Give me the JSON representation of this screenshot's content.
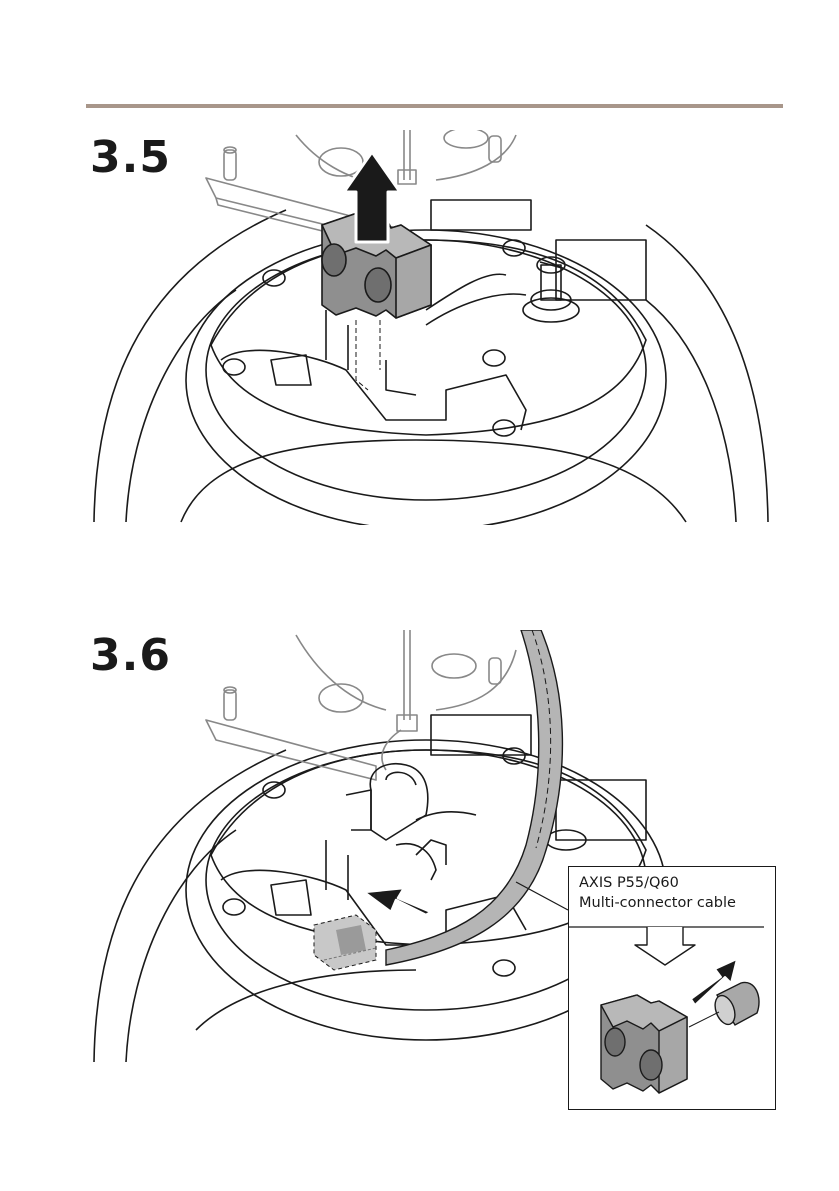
{
  "steps": [
    {
      "label": "3.5"
    },
    {
      "label": "3.6"
    }
  ],
  "callout": {
    "line1": "AXIS P55/Q60",
    "line2": "Multi-connector cable"
  }
}
